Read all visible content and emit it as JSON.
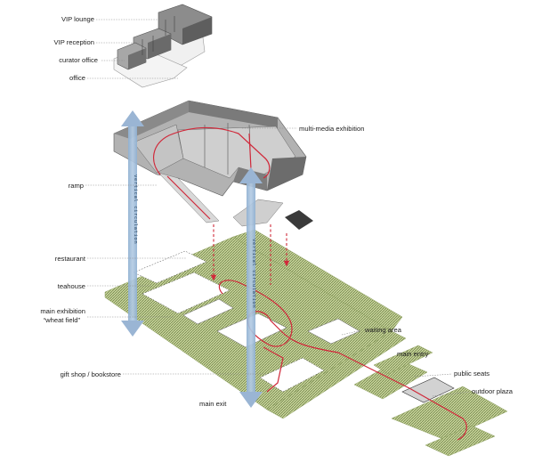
{
  "labels": {
    "vip_lounge": "VIP lounge",
    "vip_reception": "VIP reception",
    "curator_office": "curator office",
    "office": "office",
    "multi_media_exhibition": "multi-media exhibition",
    "ramp": "ramp",
    "restaurant": "restaurant",
    "teahouse": "teahouse",
    "main_exhibition_line1": "main exhibition",
    "main_exhibition_line2": "“wheat field”",
    "gift_shop": "gift shop / bookstore",
    "waiting_area": "waiting area",
    "main_entry": "main entry",
    "public_seats": "public seats",
    "outdoor_plaza": "outdoor plaza",
    "main_exit": "main exit"
  },
  "vertical_circulation": {
    "left": "vertical circulation",
    "right": "vertical circulation"
  },
  "colors": {
    "field_green": "#c7d39a",
    "field_hatch": "#5d6e3c",
    "circulation_blue": "#9db8d6",
    "path_red": "#d0293a",
    "building_grey": "#8f8f8f"
  }
}
